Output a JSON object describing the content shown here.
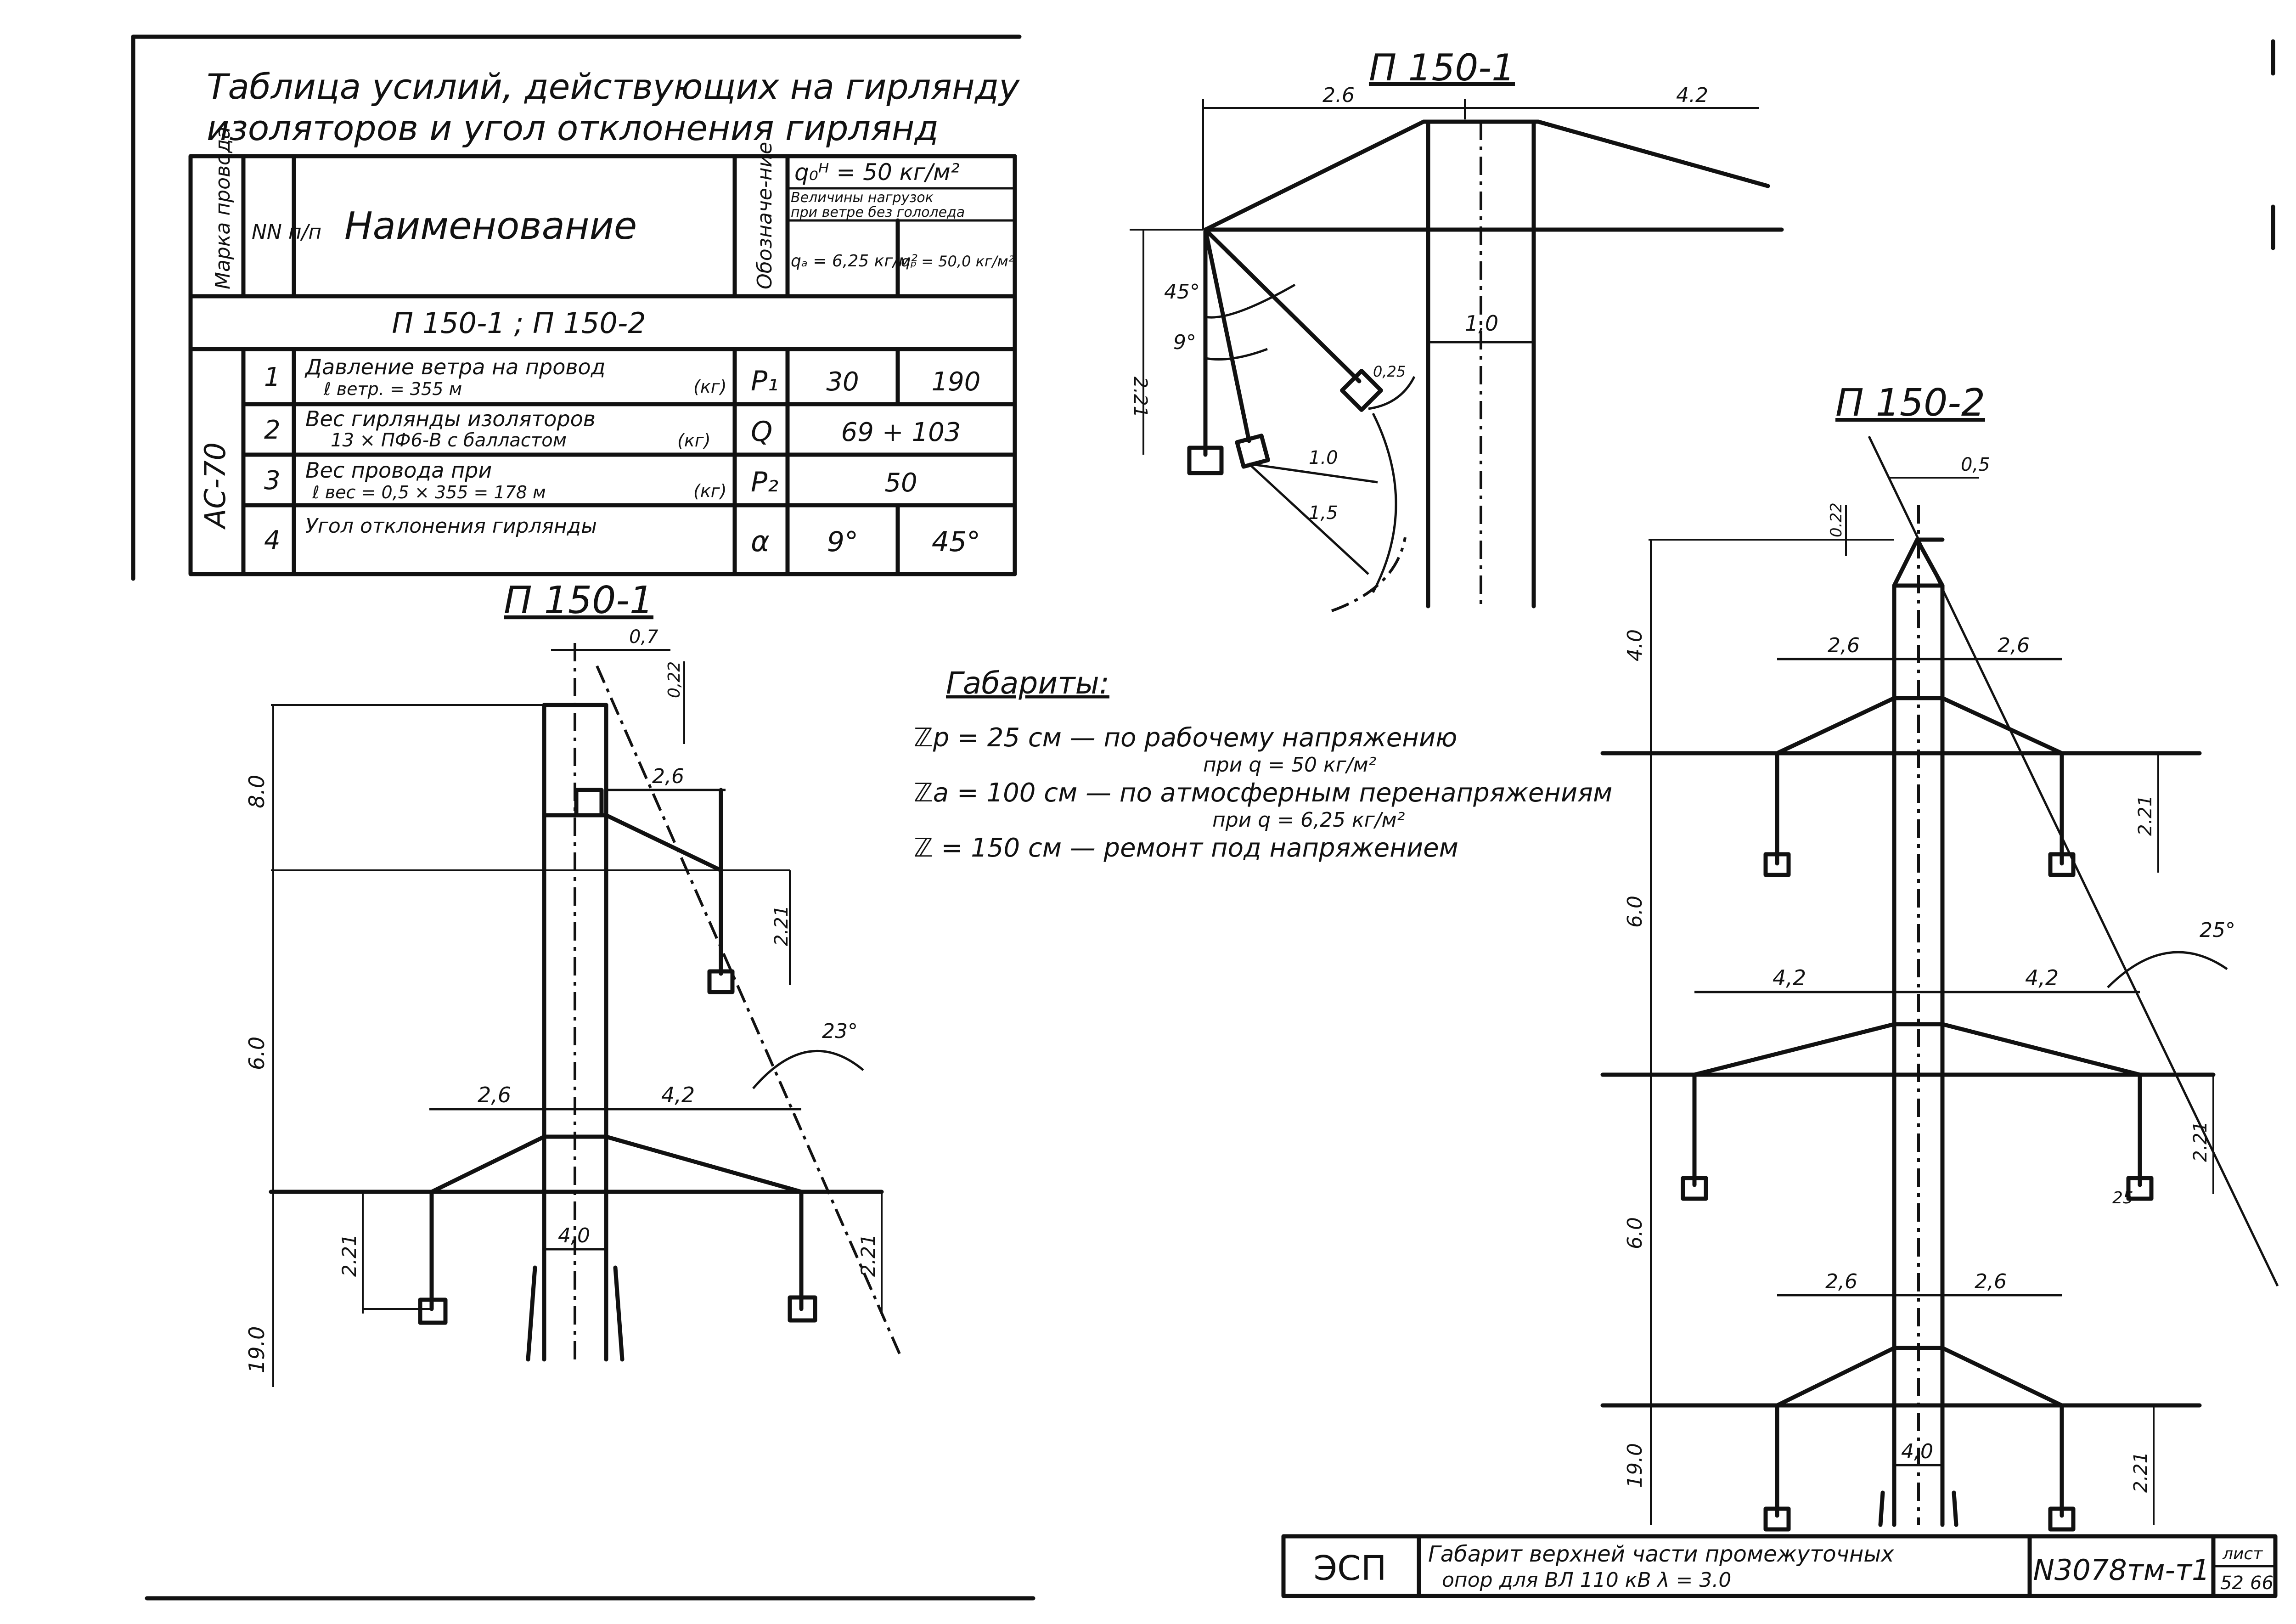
{
  "table": {
    "title_line1": "Таблица усилий, действующих на гирлянду",
    "title_line2": "изоляторов и угол отклонения гирлянд",
    "header": {
      "brand": "Марка провода",
      "number": "NN п/п",
      "name": "Наименование",
      "symbol": "Обозначе-ние",
      "q_norm": "q₀ᴴ = 50 кг/м²",
      "loads_caption_1": "Величины нагрузок",
      "loads_caption_2": "при ветре без гололеда",
      "qa": "qₐ = 6,25 кг/м²",
      "qp": "qₚ = 50,0 кг/м²"
    },
    "section": "П 150-1 ; П 150-2",
    "brand_value": "АС-70",
    "rows": [
      {
        "n": "1",
        "name": "Давление ветра на провод",
        "sub": "ℓ ветр. = 355 м",
        "unit": "(кг)",
        "symbol": "P₁",
        "v1": "30",
        "v2": "190"
      },
      {
        "n": "2",
        "name": "Вес гирлянды изоляторов",
        "sub": "13 × ПФ6-В с балластом",
        "unit": "(кг)",
        "symbol": "Q",
        "v1": "69 + 103",
        "v2": ""
      },
      {
        "n": "3",
        "name": "Вес провода при",
        "sub": "ℓ вес = 0,5 × 355 = 178 м",
        "unit": "(кг)",
        "symbol": "P₂",
        "v1": "50",
        "v2": ""
      },
      {
        "n": "4",
        "name": "Угол отклонения гирлянды",
        "sub": "",
        "unit": "",
        "symbol": "α",
        "v1": "9°",
        "v2": "45°"
      }
    ]
  },
  "gabarits": {
    "title": "Габариты:",
    "line1": "ℤр = 25 см — по рабочему напряжению",
    "line1_sub": "при q = 50 кг/м²",
    "line2": "ℤа = 100 см — по атмосферным перенапряжениям",
    "line2_sub": "при q = 6,25 кг/м²",
    "line3": "ℤ = 150 см — ремонт под напряжением"
  },
  "drawings": {
    "top": {
      "title": "П 150-1",
      "dims": {
        "left": "2.6",
        "right": "4.2",
        "height": "2.21",
        "width": "1,0",
        "a45": "45°",
        "a9": "9°",
        "r10": "1.0",
        "r15": "1,5",
        "r025": "0,25"
      }
    },
    "left": {
      "title": "П 150-1",
      "dims": {
        "top_w": "0,7",
        "top_h": "0,22",
        "arm1": "2,6",
        "h1": "8.0",
        "h2": "6.0",
        "h3": "19.0",
        "str1": "2.21",
        "arm_l": "2,6",
        "arm_r": "4,2",
        "str2": "2.21",
        "str3": "2.21",
        "base": "4,0",
        "angle": "23°"
      }
    },
    "right": {
      "title": "П 150-2",
      "dims": {
        "top_w": "0,5",
        "top_h": "0.22",
        "h1": "4.0",
        "h2": "6.0",
        "h3": "6.0",
        "h4": "19.0",
        "arm1_l": "2,6",
        "arm1_r": "2,6",
        "arm2_l": "4,2",
        "arm2_r": "4,2",
        "arm3_l": "2,6",
        "arm3_r": "2,6",
        "str": "2.21",
        "base": "4,0",
        "angle": "25°",
        "s25": "25"
      }
    }
  },
  "title_block": {
    "org": "ЭСП",
    "desc_line1": "Габарит верхней части промежуточных",
    "desc_line2": "опор для ВЛ 110 кВ  λ = 3.0",
    "doc_number": "N3078тм-т1",
    "sheet_label": "лист",
    "sheet_number": "52",
    "sheet_total": "66"
  }
}
